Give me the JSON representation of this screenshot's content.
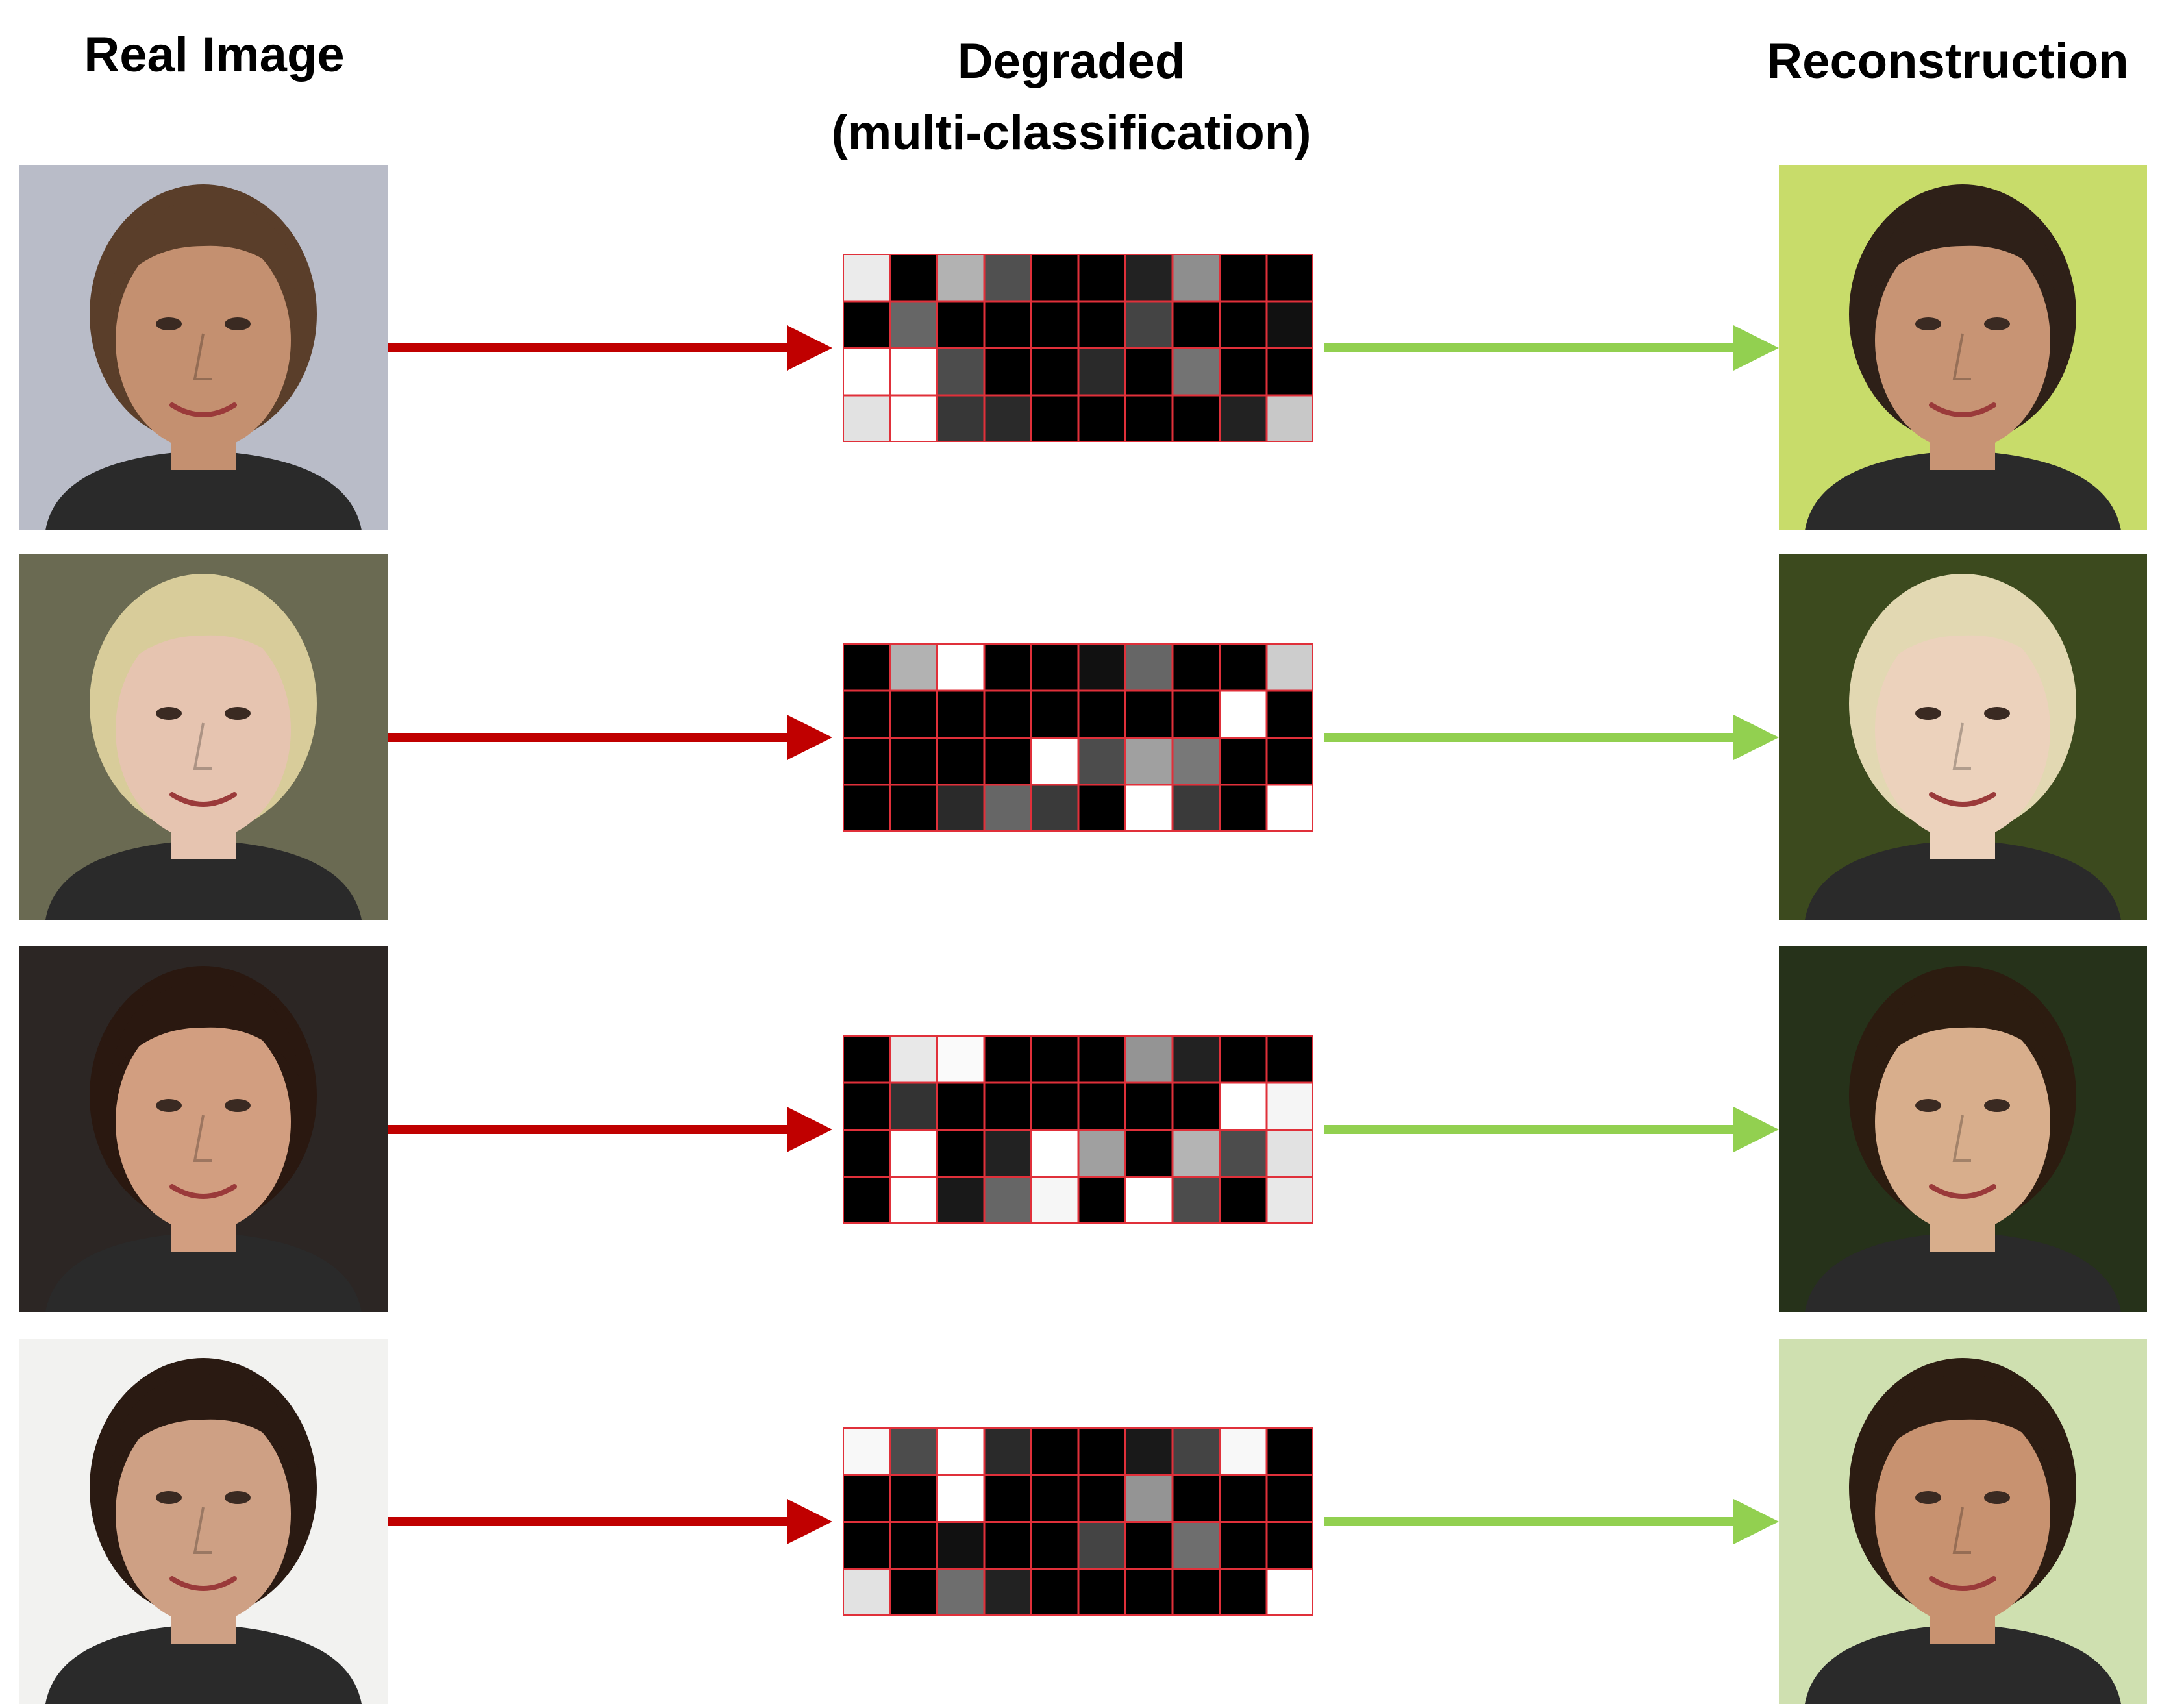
{
  "headers": {
    "real": "Real Image",
    "degraded_line1": "Degraded",
    "degraded_line2": "(multi-classification)",
    "reconstruction": "Reconstruction"
  },
  "colors": {
    "input_arrow": "#c00000",
    "output_arrow": "#92d050",
    "grid_border": "#e0303a"
  },
  "rows": [
    {
      "real_bg": "#b9bcc8",
      "real_skin": "#c49070",
      "real_hair": "#5a3e2a",
      "recon_bg": "#c8dc6a",
      "recon_skin": "#c89474",
      "recon_hair": "#2e2018",
      "grid": [
        [
          235,
          0,
          178,
          80,
          0,
          0,
          34,
          142,
          0,
          0
        ],
        [
          0,
          102,
          0,
          0,
          0,
          0,
          68,
          0,
          0,
          17
        ],
        [
          255,
          255,
          76,
          0,
          0,
          42,
          0,
          115,
          0,
          0
        ],
        [
          226,
          255,
          55,
          42,
          0,
          0,
          0,
          0,
          34,
          200
        ]
      ]
    },
    {
      "real_bg": "#6a6a52",
      "real_skin": "#e6c4b0",
      "real_hair": "#d8cc9a",
      "recon_bg": "#3c4a1e",
      "recon_skin": "#ecd2bc",
      "recon_hair": "#e2d8b2",
      "grid": [
        [
          0,
          178,
          255,
          0,
          0,
          17,
          102,
          0,
          0,
          205
        ],
        [
          0,
          0,
          0,
          0,
          0,
          0,
          0,
          0,
          255,
          0
        ],
        [
          0,
          0,
          0,
          0,
          255,
          76,
          160,
          120,
          0,
          0
        ],
        [
          0,
          0,
          42,
          102,
          58,
          0,
          255,
          58,
          0,
          255
        ]
      ]
    },
    {
      "real_bg": "#2c2624",
      "real_skin": "#d29e80",
      "real_hair": "#2a1810",
      "recon_bg": "#26321a",
      "recon_skin": "#d8ae8c",
      "recon_hair": "#2c1c10",
      "grid": [
        [
          0,
          232,
          250,
          0,
          0,
          0,
          148,
          34,
          0,
          0
        ],
        [
          0,
          51,
          0,
          0,
          0,
          0,
          0,
          0,
          255,
          245
        ],
        [
          0,
          255,
          0,
          34,
          255,
          160,
          0,
          180,
          76,
          226
        ],
        [
          0,
          255,
          25,
          102,
          246,
          0,
          255,
          76,
          0,
          232
        ]
      ]
    },
    {
      "real_bg": "#f2f2f0",
      "real_skin": "#cea084",
      "real_hair": "#2a1a12",
      "recon_bg": "#cfe0b0",
      "recon_skin": "#c89270",
      "recon_hair": "#2c1c12",
      "grid": [
        [
          248,
          76,
          255,
          42,
          0,
          0,
          25,
          68,
          248,
          0
        ],
        [
          0,
          0,
          255,
          0,
          0,
          0,
          148,
          0,
          0,
          0
        ],
        [
          0,
          0,
          17,
          0,
          0,
          68,
          0,
          110,
          0,
          0
        ],
        [
          226,
          0,
          110,
          34,
          0,
          0,
          0,
          0,
          0,
          255
        ]
      ]
    }
  ]
}
